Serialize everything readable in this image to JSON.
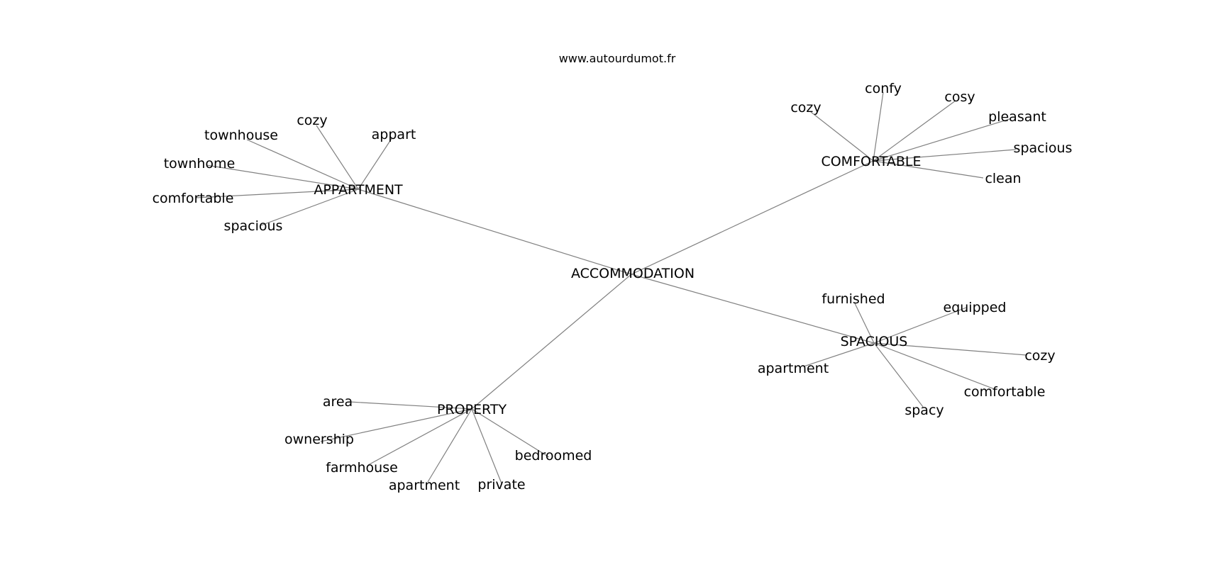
{
  "site": "www.autourdumot.fr",
  "root": {
    "label": "ACCOMMODATION"
  },
  "clusters": [
    {
      "label": "APPARTMENT",
      "words": [
        "cozy",
        "townhouse",
        "appart",
        "townhome",
        "comfortable",
        "spacious"
      ]
    },
    {
      "label": "COMFORTABLE",
      "words": [
        "cozy",
        "confy",
        "cosy",
        "pleasant",
        "spacious",
        "clean"
      ]
    },
    {
      "label": "SPACIOUS",
      "words": [
        "furnished",
        "equipped",
        "apartment",
        "cozy",
        "comfortable",
        "spacy"
      ]
    },
    {
      "label": "PROPERTY",
      "words": [
        "area",
        "ownership",
        "farmhouse",
        "apartment",
        "private",
        "bedroomed"
      ]
    }
  ]
}
